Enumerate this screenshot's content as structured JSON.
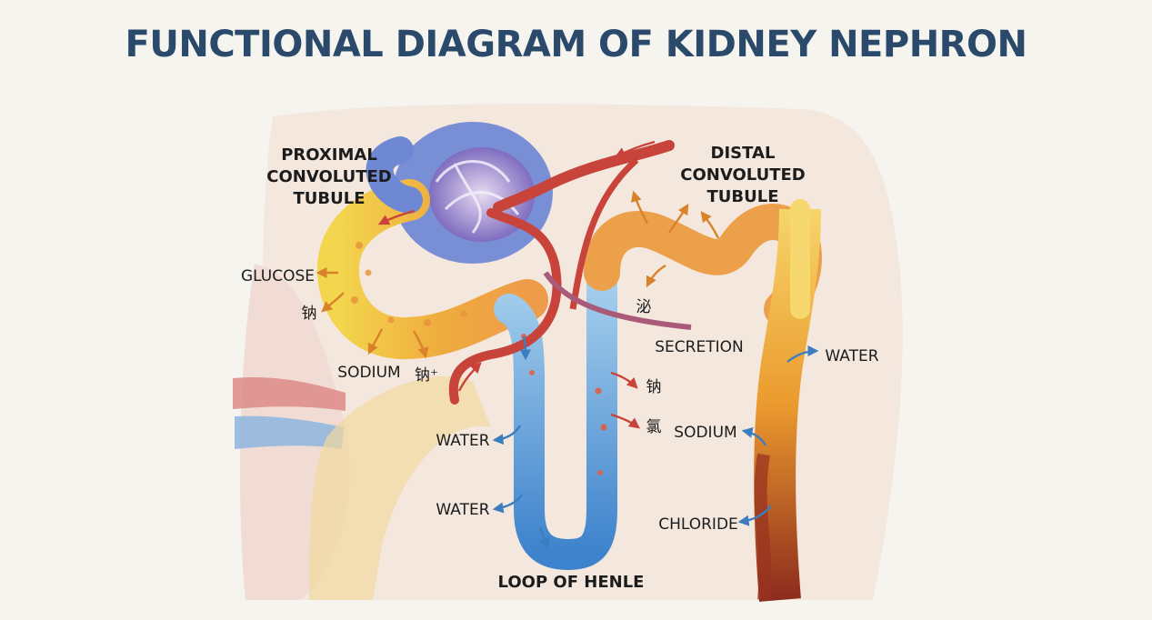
{
  "title": "FUNCTIONAL DIAGRAM OF KIDNEY NEPHRON",
  "labels": {
    "pct_line1": "PROXIMAL",
    "pct_line2": "CONVOLUTED",
    "pct_line3": "TUBULE",
    "dct_line1": "DISTAL",
    "dct_line2": "CONVOLUTED",
    "dct_line3": "TUBULE",
    "glucose": "GLUCOSE",
    "sodium_cn_left": "钠",
    "sodium_left": "SODIUM",
    "sodium_plus": "钠⁺",
    "mi": "泌",
    "secretion": "SECRETION",
    "sodium_cn_mid": "钠",
    "chlorine_cn": "氯",
    "water_right": "WATER",
    "sodium_right": "SODIUM",
    "chloride": "CHLORIDE",
    "water_upper": "WATER",
    "water_lower": "WATER",
    "loop_of_henle": "LOOP OF HENLE"
  },
  "colors": {
    "title": "#2b4a6b",
    "artery_red": "#c8433a",
    "vein_blue": "#3a7ec0",
    "tubule_orange": "#e9a23a",
    "tubule_yellow": "#f2cf55",
    "glomerulus_blue": "#4a6fc4",
    "background": "#f6f4ee"
  },
  "icons": [
    "arrow-red",
    "arrow-orange",
    "arrow-blue"
  ]
}
